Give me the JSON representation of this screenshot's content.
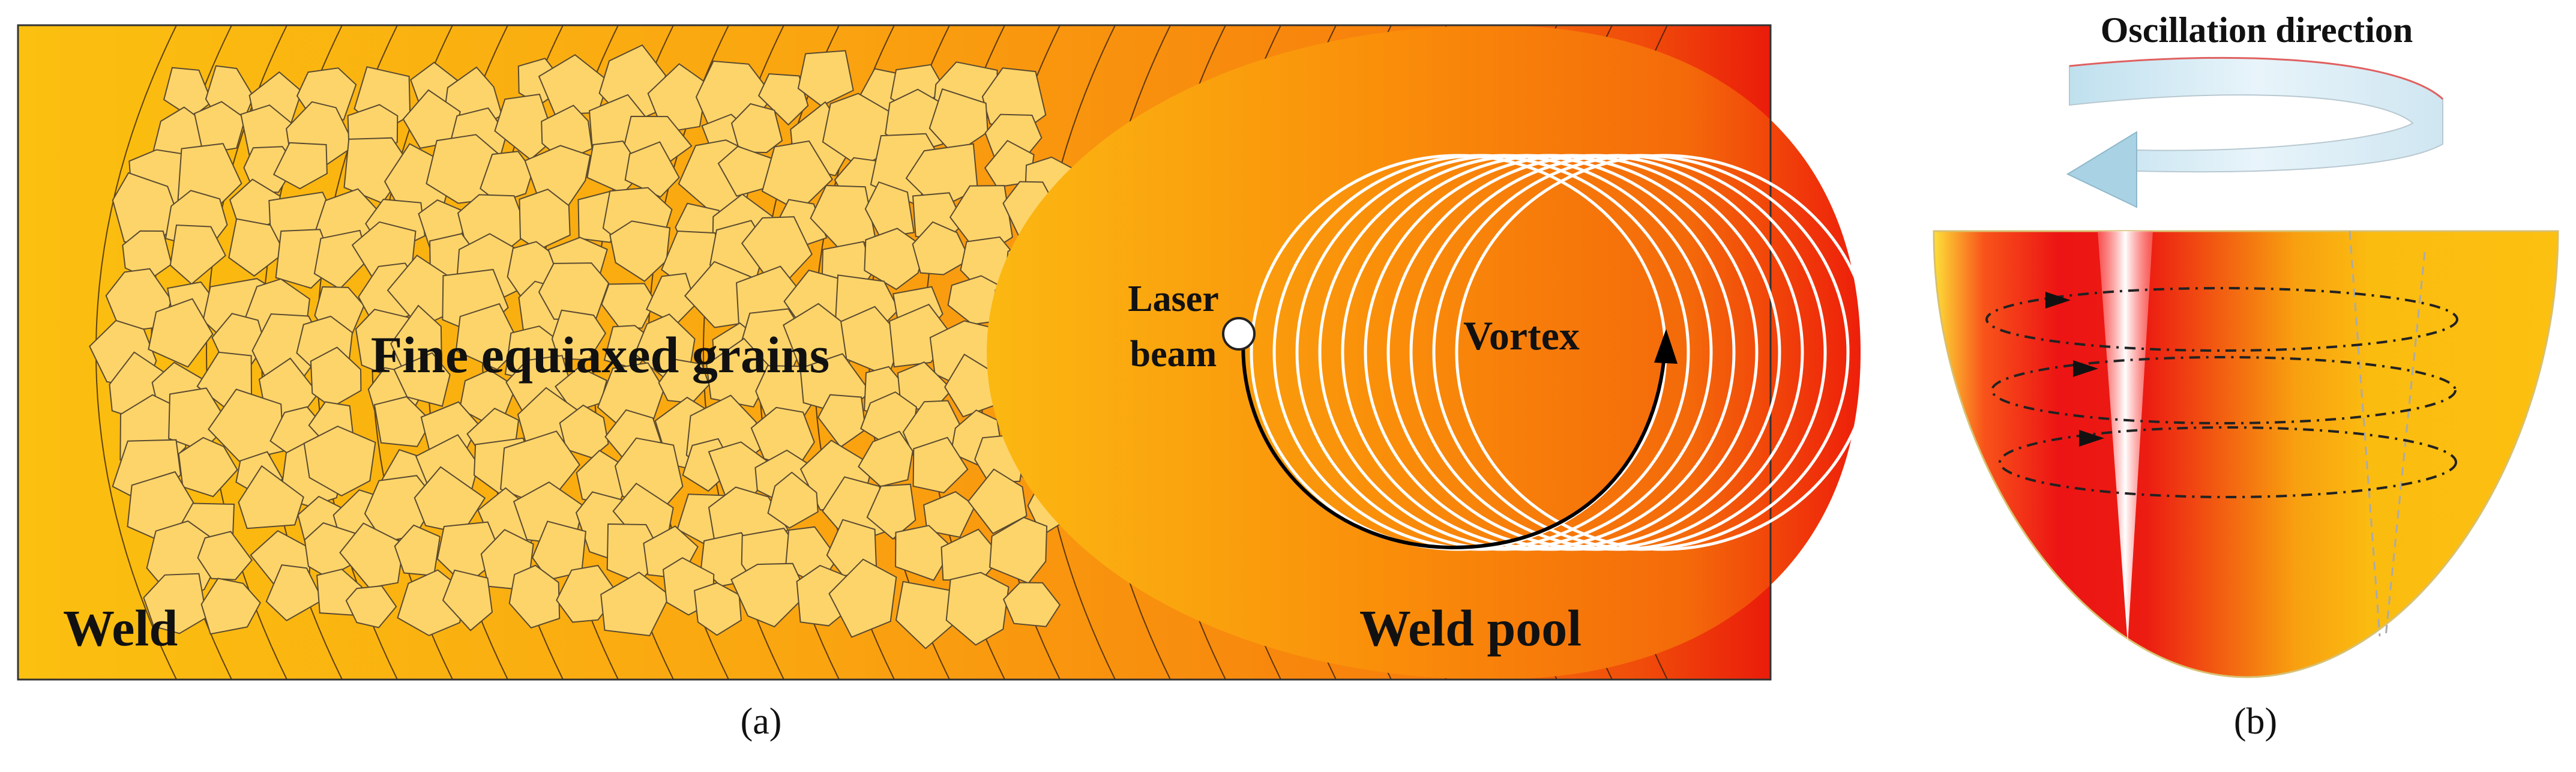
{
  "panel_a": {
    "caption": "(a)",
    "weld_label": "Weld",
    "grains_label": "Fine equiaxed grains",
    "pool_label": "Weld pool",
    "laser_label_line1": "Laser",
    "laser_label_line2": "beam",
    "vortex_label": "Vortex"
  },
  "panel_b": {
    "caption": "(b)",
    "oscillation_label": "Oscillation direction"
  },
  "colors": {
    "weld_light": "#fbbf10",
    "weld_mid": "#fa8c0a",
    "weld_hot": "#ee1a0a",
    "grain_fill": "#fdd46a",
    "arrow_fill": "#d4ebf4"
  }
}
